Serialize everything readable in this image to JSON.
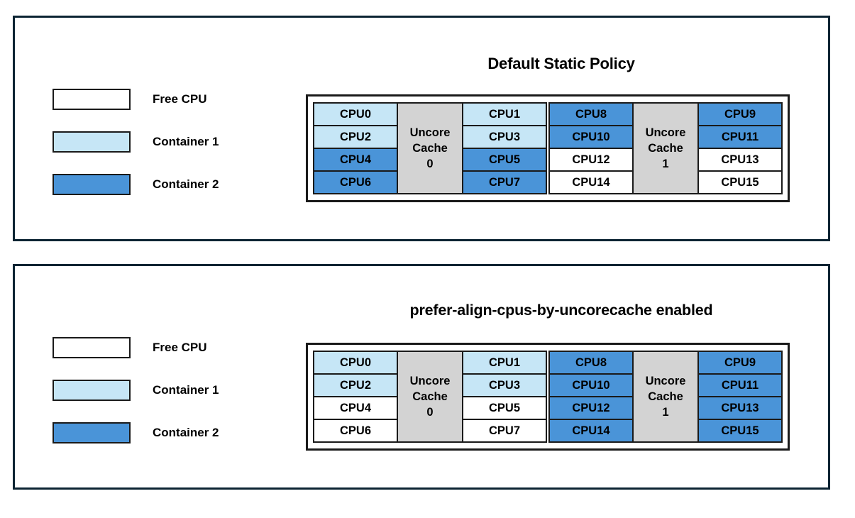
{
  "legend": {
    "items": [
      {
        "label": "Free CPU",
        "color": "#ffffff",
        "kind": "free"
      },
      {
        "label": "Container 1",
        "color": "#c6e6f6",
        "kind": "c1"
      },
      {
        "label": "Container 2",
        "color": "#4a94d8",
        "kind": "c2"
      }
    ]
  },
  "panels": [
    {
      "title": "Default Static Policy",
      "groups": [
        {
          "cache_label_line1": "Uncore",
          "cache_label_line2": "Cache",
          "cache_label_line3": "0",
          "left_column": [
            {
              "label": "CPU0",
              "state": "c1"
            },
            {
              "label": "CPU2",
              "state": "c1"
            },
            {
              "label": "CPU4",
              "state": "c2"
            },
            {
              "label": "CPU6",
              "state": "c2"
            }
          ],
          "right_column": [
            {
              "label": "CPU1",
              "state": "c1"
            },
            {
              "label": "CPU3",
              "state": "c1"
            },
            {
              "label": "CPU5",
              "state": "c2"
            },
            {
              "label": "CPU7",
              "state": "c2"
            }
          ]
        },
        {
          "cache_label_line1": "Uncore",
          "cache_label_line2": "Cache",
          "cache_label_line3": "1",
          "left_column": [
            {
              "label": "CPU8",
              "state": "c2"
            },
            {
              "label": "CPU10",
              "state": "c2"
            },
            {
              "label": "CPU12",
              "state": "free"
            },
            {
              "label": "CPU14",
              "state": "free"
            }
          ],
          "right_column": [
            {
              "label": "CPU9",
              "state": "c2"
            },
            {
              "label": "CPU11",
              "state": "c2"
            },
            {
              "label": "CPU13",
              "state": "free"
            },
            {
              "label": "CPU15",
              "state": "free"
            }
          ]
        }
      ]
    },
    {
      "title": "prefer-align-cpus-by-uncorecache enabled",
      "groups": [
        {
          "cache_label_line1": "Uncore",
          "cache_label_line2": "Cache",
          "cache_label_line3": "0",
          "left_column": [
            {
              "label": "CPU0",
              "state": "c1"
            },
            {
              "label": "CPU2",
              "state": "c1"
            },
            {
              "label": "CPU4",
              "state": "free"
            },
            {
              "label": "CPU6",
              "state": "free"
            }
          ],
          "right_column": [
            {
              "label": "CPU1",
              "state": "c1"
            },
            {
              "label": "CPU3",
              "state": "c1"
            },
            {
              "label": "CPU5",
              "state": "free"
            },
            {
              "label": "CPU7",
              "state": "free"
            }
          ]
        },
        {
          "cache_label_line1": "Uncore",
          "cache_label_line2": "Cache",
          "cache_label_line3": "1",
          "left_column": [
            {
              "label": "CPU8",
              "state": "c2"
            },
            {
              "label": "CPU10",
              "state": "c2"
            },
            {
              "label": "CPU12",
              "state": "c2"
            },
            {
              "label": "CPU14",
              "state": "c2"
            }
          ],
          "right_column": [
            {
              "label": "CPU9",
              "state": "c2"
            },
            {
              "label": "CPU11",
              "state": "c2"
            },
            {
              "label": "CPU13",
              "state": "c2"
            },
            {
              "label": "CPU15",
              "state": "c2"
            }
          ]
        }
      ]
    }
  ]
}
